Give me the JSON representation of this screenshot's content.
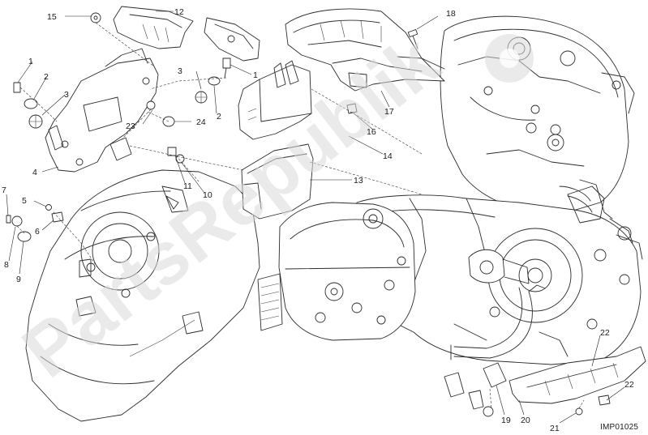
{
  "diagram": {
    "code": "IMP01025",
    "watermark": "PartsRepublik",
    "callouts": [
      {
        "id": "c1a",
        "label": "1"
      },
      {
        "id": "c1b",
        "label": "1"
      },
      {
        "id": "c2a",
        "label": "2"
      },
      {
        "id": "c2b",
        "label": "2"
      },
      {
        "id": "c3a",
        "label": "3"
      },
      {
        "id": "c3b",
        "label": "3"
      },
      {
        "id": "c4",
        "label": "4"
      },
      {
        "id": "c5",
        "label": "5"
      },
      {
        "id": "c6",
        "label": "6"
      },
      {
        "id": "c7",
        "label": "7"
      },
      {
        "id": "c8",
        "label": "8"
      },
      {
        "id": "c9",
        "label": "9"
      },
      {
        "id": "c10",
        "label": "10"
      },
      {
        "id": "c11",
        "label": "11"
      },
      {
        "id": "c12",
        "label": "12"
      },
      {
        "id": "c13",
        "label": "13"
      },
      {
        "id": "c14",
        "label": "14"
      },
      {
        "id": "c15",
        "label": "15"
      },
      {
        "id": "c16",
        "label": "16"
      },
      {
        "id": "c17",
        "label": "17"
      },
      {
        "id": "c18",
        "label": "18"
      },
      {
        "id": "c19",
        "label": "19"
      },
      {
        "id": "c20",
        "label": "20"
      },
      {
        "id": "c21",
        "label": "21"
      },
      {
        "id": "c22a",
        "label": "22"
      },
      {
        "id": "c22b",
        "label": "22"
      },
      {
        "id": "c23",
        "label": "23"
      },
      {
        "id": "c24",
        "label": "24"
      }
    ]
  }
}
